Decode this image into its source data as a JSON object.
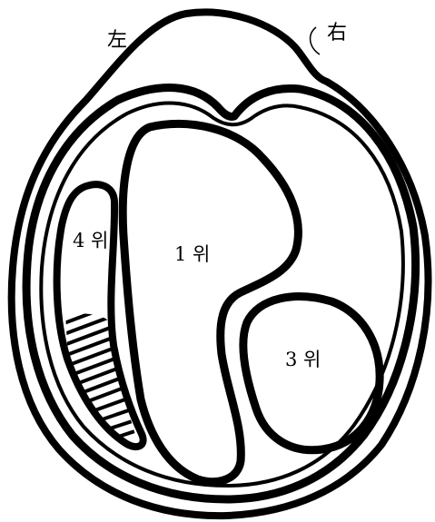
{
  "labels": {
    "left": "左",
    "right": "右",
    "region_1": "1 위",
    "region_3": "3 위",
    "region_4": "4 위"
  },
  "colors": {
    "stroke": "#000000",
    "background": "#ffffff"
  }
}
